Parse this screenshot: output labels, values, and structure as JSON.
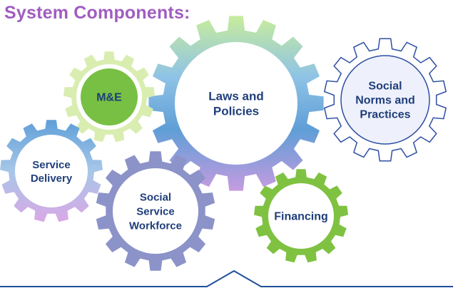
{
  "title": "System Components:",
  "components": [
    {
      "id": "laws",
      "lines": [
        "Laws and",
        "Policies"
      ],
      "text_color": "#1f3e7a"
    },
    {
      "id": "norms",
      "lines": [
        "Social",
        "Norms and",
        "Practices"
      ],
      "text_color": "#1f3e7a"
    },
    {
      "id": "me",
      "lines": [
        "M&E"
      ],
      "text_color": "#1f3e7a"
    },
    {
      "id": "service-delivery",
      "lines": [
        "Service",
        "Delivery"
      ],
      "text_color": "#1f3e7a"
    },
    {
      "id": "workforce",
      "lines": [
        "Social",
        "Service",
        "Workforce"
      ],
      "text_color": "#1f3e7a"
    },
    {
      "id": "financing",
      "lines": [
        "Financing"
      ],
      "text_color": "#1f3e7a"
    }
  ],
  "colors": {
    "title": "#a05dbf",
    "accent_line": "#1f4e9a",
    "laws_gradient": [
      "#c8ec9c",
      "#8fc3e6",
      "#5f9ed6",
      "#c69be0"
    ],
    "norms_outline": "#2f4fa3",
    "norms_fill": "#eef0fb",
    "me_outer": "#d9edb1",
    "me_inner": "#77c043",
    "service_gradient": [
      "#5f9fd8",
      "#a7c7e8",
      "#d9a8e6"
    ],
    "workforce_gear": "#8c93c8",
    "financing_gear": "#7fc241"
  }
}
